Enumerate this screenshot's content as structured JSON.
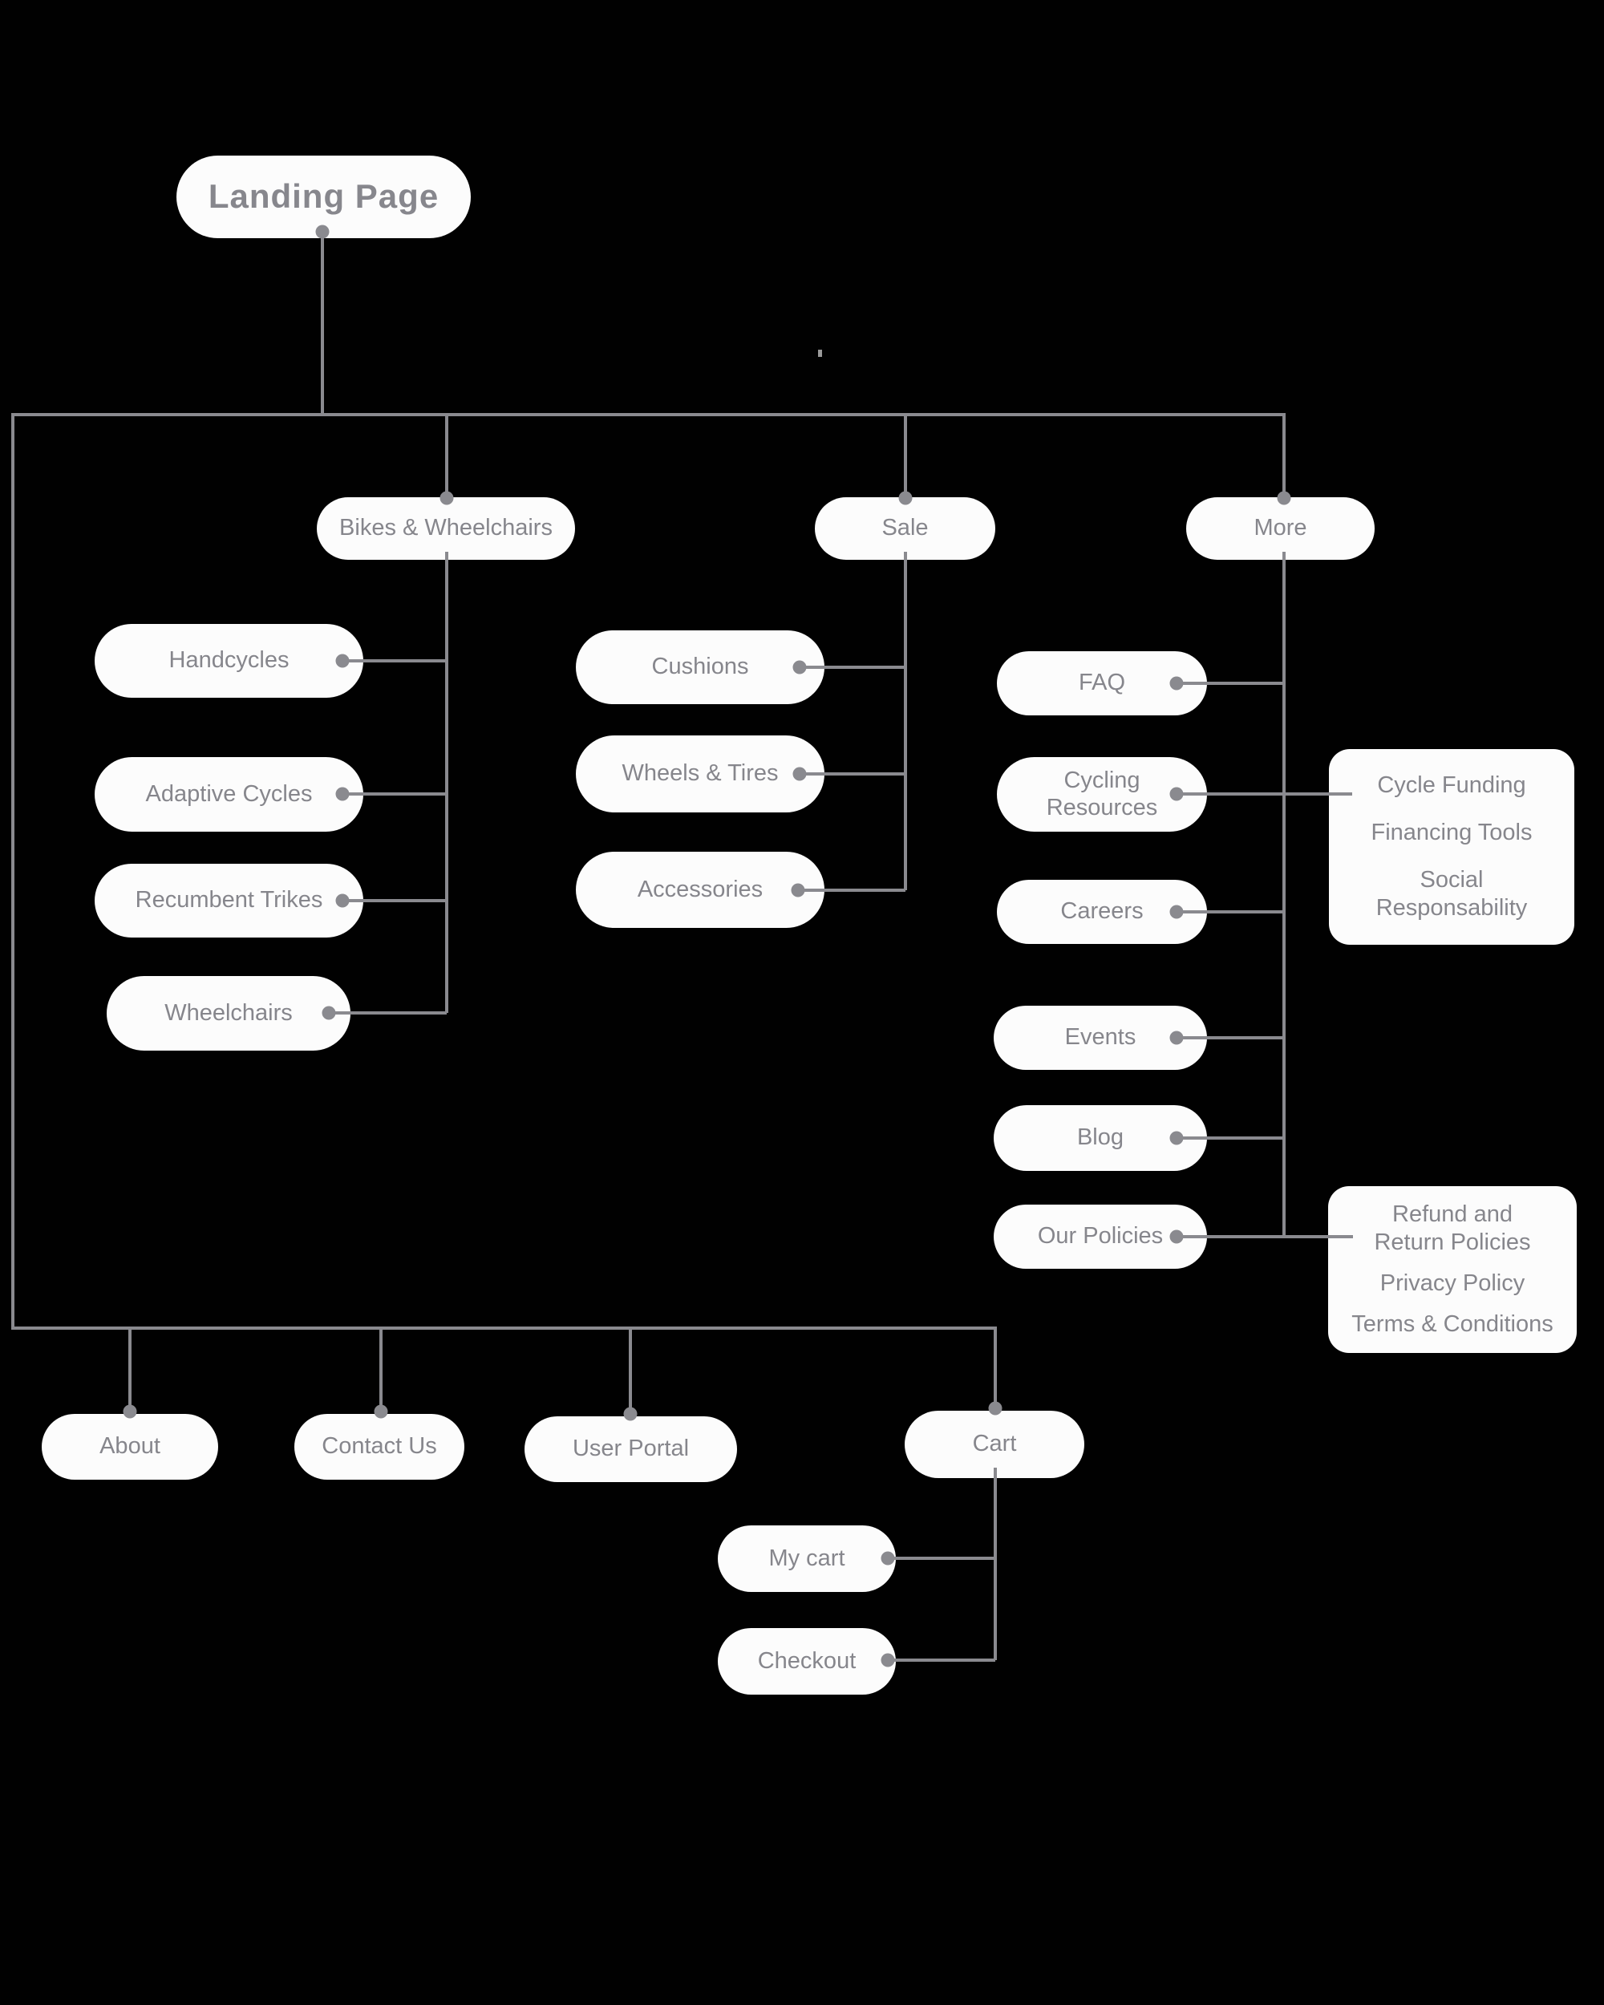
{
  "diagram": {
    "title": "Landing Page",
    "colors": {
      "background": "#010101",
      "node_fill": "#fcfcfc",
      "node_text": "#86868c",
      "connector": "#8a8a8f"
    }
  },
  "nodes": {
    "landing": {
      "label": "Landing Page"
    },
    "bikes": {
      "label": "Bikes & Wheelchairs"
    },
    "sale": {
      "label": "Sale"
    },
    "more": {
      "label": "More"
    },
    "handcycles": {
      "label": "Handcycles"
    },
    "adaptive_cycles": {
      "label": "Adaptive Cycles"
    },
    "recumbent_trikes": {
      "label": "Recumbent Trikes"
    },
    "wheelchairs": {
      "label": "Wheelchairs"
    },
    "cushions": {
      "label": "Cushions"
    },
    "wheels_tires": {
      "label": "Wheels & Tires"
    },
    "accessories": {
      "label": "Accessories"
    },
    "faq": {
      "label": "FAQ"
    },
    "cycling_resources": {
      "label": "Cycling Resources"
    },
    "careers": {
      "label": "Careers"
    },
    "events": {
      "label": "Events"
    },
    "blog": {
      "label": "Blog"
    },
    "our_policies": {
      "label": "Our Policies"
    },
    "about": {
      "label": "About"
    },
    "contact_us": {
      "label": "Contact Us"
    },
    "user_portal": {
      "label": "User Portal"
    },
    "cart": {
      "label": "Cart"
    },
    "my_cart": {
      "label": "My cart"
    },
    "checkout": {
      "label": "Checkout"
    }
  },
  "groups": {
    "cycling_resources_children": {
      "items": [
        "Cycle Funding",
        "Financing Tools",
        "Social Responsability"
      ]
    },
    "our_policies_children": {
      "items": [
        "Refund and Return Policies",
        "Privacy Policy",
        "Terms & Conditions"
      ]
    }
  }
}
